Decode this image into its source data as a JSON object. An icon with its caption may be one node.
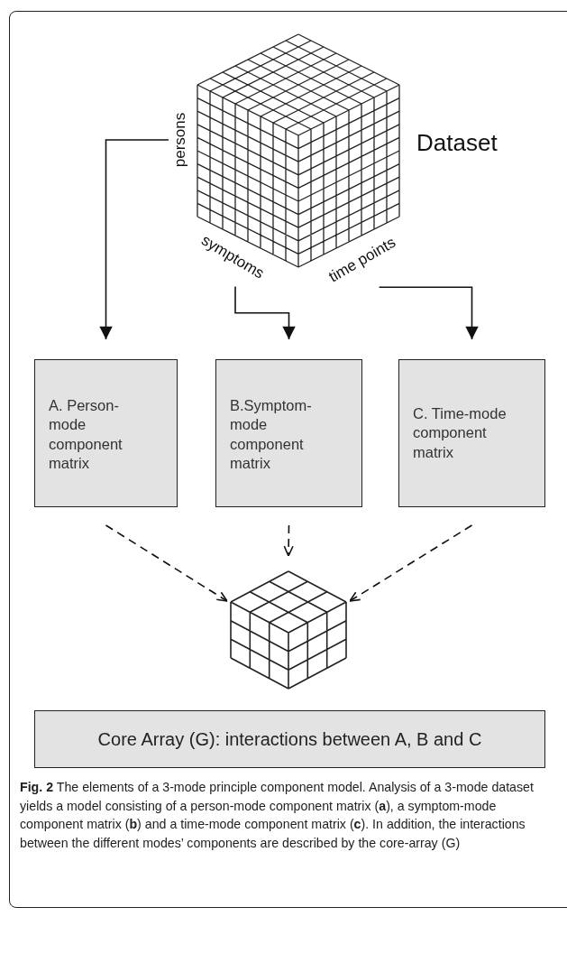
{
  "diagram": {
    "caption": "**Fig. 2** The elements of a 3-mode principle component model. Analysis of a 3-mode dataset yields a model consisting of a person-mode component matrix (**a**), a symptom-mode component matrix (**b**) and a time-mode component matrix (**c**). In addition, the interactions between the different modes’ components are described by the core-array (G)",
    "nodes": [
      {
        "text": [
          "persons"
        ]
      },
      {
        "text": [
          "symptoms"
        ]
      },
      {
        "text": [
          "time points"
        ]
      },
      {
        "text": [
          "A. Person-mode component matrix"
        ]
      },
      {
        "text": [
          "B.Symptom-mode component matrix"
        ]
      },
      {
        "text": [
          "C. Time-mode component matrix"
        ]
      },
      {
        "text": [],
        "shape": "cube"
      },
      {
        "text": [
          "Core Array (G): interactions between A, B and C"
        ]
      }
    ],
    "edges": [
      {
        "from": 0,
        "to": 3,
        "arrow": "to"
      },
      {
        "from": 1,
        "to": 4,
        "arrow": "to"
      },
      {
        "from": 2,
        "to": 5,
        "arrow": "to"
      },
      {
        "from": 3,
        "to": 6,
        "arrow": "to",
        "style": "dashed"
      },
      {
        "from": 4,
        "to": 6,
        "arrow": "to",
        "style": "dashed"
      },
      {
        "from": 5,
        "to": 6,
        "arrow": "to",
        "style": "dashed"
      }
    ],
    "labels": [
      "Dataset"
    ]
  }
}
